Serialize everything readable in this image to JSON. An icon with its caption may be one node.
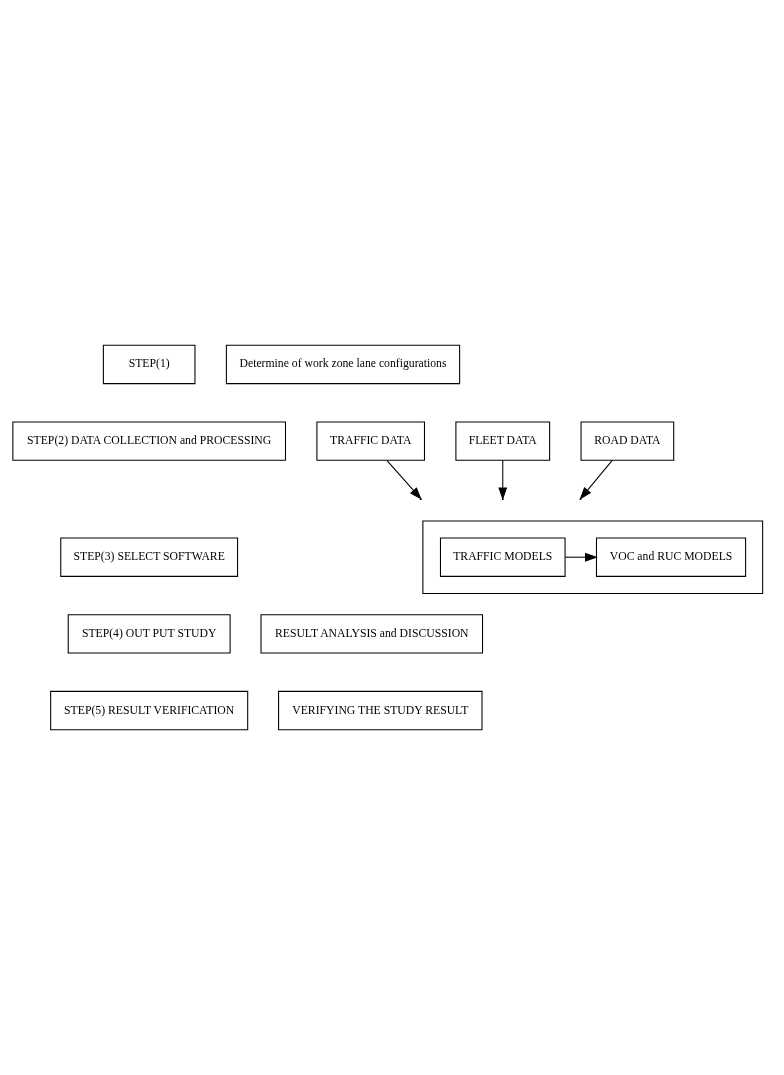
{
  "diagram": {
    "nodes": [
      {
        "text": [
          "STEP(1)"
        ]
      },
      {
        "text": [
          "Determine of work zone lane configurations"
        ]
      },
      {
        "text": [
          "STEP(2) DATA COLLECTION and PROCESSING"
        ]
      },
      {
        "text": [
          "TRAFFIC DATA"
        ]
      },
      {
        "text": [
          "FLEET DATA"
        ]
      },
      {
        "text": [
          "ROAD DATA"
        ]
      },
      {
        "text": [
          "STEP(3) SELECT SOFTWARE"
        ]
      },
      {
        "text": [],
        "shape": "box"
      },
      {
        "text": [
          "TRAFFIC MODELS"
        ],
        "in": 7
      },
      {
        "text": [
          "VOC and RUC MODELS"
        ],
        "in": 7
      },
      {
        "text": [
          "STEP(4) OUT PUT STUDY"
        ]
      },
      {
        "text": [
          "RESULT ANALYSIS and DISCUSSION"
        ]
      },
      {
        "text": [
          "STEP(5) RESULT VERIFICATION"
        ]
      },
      {
        "text": [
          "VERIFYING THE STUDY RESULT"
        ]
      }
    ],
    "edges": [
      {
        "from": 3,
        "to": null,
        "arrow": "to"
      },
      {
        "from": 4,
        "to": null,
        "arrow": "to"
      },
      {
        "from": 5,
        "to": null,
        "arrow": "to"
      },
      {
        "from": 8,
        "to": 9,
        "arrow": "to"
      }
    ]
  }
}
